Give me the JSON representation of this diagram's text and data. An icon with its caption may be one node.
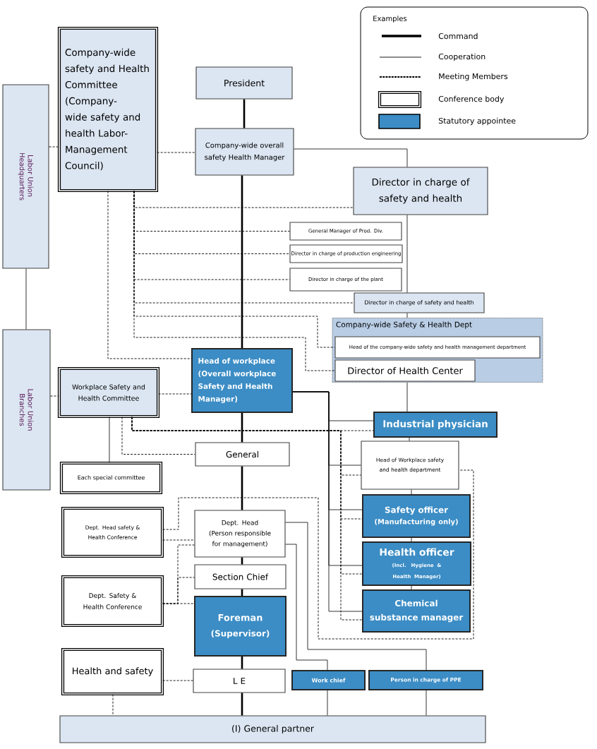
{
  "diagram": {
    "nodes": [
      {
        "text": [
          "Headquarters",
          "Labor Union"
        ]
      },
      {
        "text": [
          "Company-wide safety and Health Committee (Company-wide safety and health Labor-Management Council)"
        ]
      },
      {
        "text": [
          "President"
        ]
      },
      {
        "text": [
          "Company-wide overall safety Health Manager"
        ]
      },
      {
        "text": [
          "Director in charge of safety and health"
        ]
      },
      {
        "text": [
          "General Manager of Prod. Div."
        ]
      },
      {
        "text": [
          "Director in charge of production engineering"
        ]
      },
      {
        "text": [
          "Director in charge of the plant"
        ]
      },
      {
        "text": [
          "Director in charge of safety and health"
        ]
      },
      {
        "text": [
          "Company-wide Safety & Health Dept"
        ]
      },
      {
        "text": [
          "Head of the company-wide safety and health management department"
        ],
        "in": 9
      },
      {
        "text": [
          "Director of Health Center"
        ],
        "in": 9
      },
      {
        "text": [
          "Branches",
          "Labor Union"
        ]
      },
      {
        "text": [
          "Workplace Safety and Health Committee"
        ]
      },
      {
        "text": [
          "Head of workplace (Overall workplace Safety and Health Manager)"
        ]
      },
      {
        "text": [
          "Industrial physician"
        ]
      },
      {
        "text": [
          "General"
        ]
      },
      {
        "text": [
          "Head of Workplace safety and health department"
        ]
      },
      {
        "text": [
          "Each special committee"
        ]
      },
      {
        "text": [
          "Safety officer",
          "(Manufacturing only)"
        ]
      },
      {
        "text": [
          "Dept. Head safety & Health Conference"
        ]
      },
      {
        "text": [
          "Dept. Head",
          "(Person responsible for management)"
        ]
      },
      {
        "text": [
          "Health officer",
          "(Incl. Hygiene & Health Manager)"
        ]
      },
      {
        "text": [
          "Section Chief"
        ]
      },
      {
        "text": [
          "Dept. Safety & Health Conference"
        ]
      },
      {
        "text": [
          "Chemical substance manager"
        ]
      },
      {
        "text": [
          "Foreman",
          "(Supervisor)"
        ]
      },
      {
        "text": [
          "Health and safety"
        ]
      },
      {
        "text": [
          "L E"
        ]
      },
      {
        "text": [
          "Work chief"
        ]
      },
      {
        "text": [
          "Person in charge of PPE"
        ]
      },
      {
        "text": [
          "(I) General partner"
        ]
      }
    ],
    "edges": [
      {
        "from": 2,
        "to": 3,
        "arrow": "none",
        "style": "thick"
      },
      {
        "from": 3,
        "to": 14,
        "arrow": "none",
        "style": "thick"
      },
      {
        "from": 14,
        "to": 16,
        "arrow": "none",
        "style": "thick"
      },
      {
        "from": 16,
        "to": 21,
        "arrow": "none",
        "style": "thick"
      },
      {
        "from": 21,
        "to": 23,
        "arrow": "none",
        "style": "thick"
      },
      {
        "from": 23,
        "to": 26,
        "arrow": "none",
        "style": "thick"
      },
      {
        "from": 26,
        "to": 28,
        "arrow": "none",
        "style": "thick"
      },
      {
        "from": 28,
        "to": 31,
        "arrow": "none",
        "style": "thick"
      },
      {
        "from": 0,
        "to": 12,
        "arrow": "none"
      },
      {
        "from": 3,
        "to": 4,
        "arrow": "none"
      },
      {
        "from": 4,
        "to": 8,
        "arrow": "none"
      },
      {
        "from": 8,
        "to": 9,
        "arrow": "none"
      },
      {
        "from": 9,
        "to": 15,
        "arrow": "none"
      },
      {
        "from": 15,
        "to": 17,
        "arrow": "none"
      },
      {
        "from": 17,
        "to": 19,
        "arrow": "none"
      },
      {
        "from": 19,
        "to": 22,
        "arrow": "none"
      },
      {
        "from": 22,
        "to": 25,
        "arrow": "none"
      },
      {
        "from": 14,
        "to": 15,
        "arrow": "none"
      },
      {
        "from": 14,
        "to": 17,
        "arrow": "none"
      },
      {
        "from": 14,
        "to": 19,
        "arrow": "none"
      },
      {
        "from": 14,
        "to": 22,
        "arrow": "none"
      },
      {
        "from": 14,
        "to": 25,
        "arrow": "none"
      },
      {
        "from": 13,
        "to": 18,
        "arrow": "none"
      },
      {
        "from": 21,
        "to": 29,
        "arrow": "none"
      },
      {
        "from": 21,
        "to": 30,
        "arrow": "none"
      },
      {
        "from": 29,
        "to": 31,
        "arrow": "none"
      },
      {
        "from": 30,
        "to": 31,
        "arrow": "none"
      },
      {
        "from": 0,
        "to": 1,
        "arrow": "none",
        "style": "dashed"
      },
      {
        "from": 1,
        "to": 3,
        "arrow": "none",
        "style": "dashed"
      },
      {
        "from": 1,
        "to": 14,
        "arrow": "none",
        "style": "dashed"
      },
      {
        "from": 1,
        "to": 4,
        "arrow": "none",
        "style": "dashed"
      },
      {
        "from": 1,
        "to": 5,
        "arrow": "none",
        "style": "dashed"
      },
      {
        "from": 1,
        "to": 6,
        "arrow": "none",
        "style": "dashed"
      },
      {
        "from": 1,
        "to": 7,
        "arrow": "none",
        "style": "dashed"
      },
      {
        "from": 1,
        "to": 8,
        "arrow": "none",
        "style": "dashed"
      },
      {
        "from": 1,
        "to": 10,
        "arrow": "none",
        "style": "dashed"
      },
      {
        "from": 1,
        "to": 11,
        "arrow": "none",
        "style": "dashed"
      },
      {
        "from": 12,
        "to": 13,
        "arrow": "none",
        "style": "dashed"
      },
      {
        "from": 13,
        "to": 14,
        "arrow": "none",
        "style": "dashed"
      },
      {
        "from": 13,
        "to": 16,
        "arrow": "none",
        "style": "dashed"
      },
      {
        "from": 13,
        "to": 15,
        "arrow": "none",
        "style": "dashed"
      },
      {
        "from": 13,
        "to": 17,
        "arrow": "none",
        "style": "dashed"
      },
      {
        "from": 13,
        "to": 19,
        "arrow": "none",
        "style": "dashed"
      },
      {
        "from": 13,
        "to": 22,
        "arrow": "none",
        "style": "dashed"
      },
      {
        "from": 13,
        "to": 25,
        "arrow": "none",
        "style": "dashed"
      },
      {
        "from": 20,
        "to": 17,
        "arrow": "none",
        "style": "dashed"
      },
      {
        "from": 20,
        "to": 21,
        "arrow": "none",
        "style": "dashed"
      },
      {
        "from": 24,
        "to": 21,
        "arrow": "none",
        "style": "dashed"
      },
      {
        "from": 24,
        "to": 23,
        "arrow": "none",
        "style": "dashed"
      },
      {
        "from": 24,
        "to": 26,
        "arrow": "none",
        "style": "dashed"
      },
      {
        "from": 27,
        "to": 28,
        "arrow": "none",
        "style": "dashed"
      },
      {
        "from": 27,
        "to": 31,
        "arrow": "none",
        "style": "dashed"
      }
    ],
    "labels": [
      "Examples"
    ],
    "legend": [
      {
        "text": "Command"
      },
      {
        "text": "Cooperation"
      },
      {
        "text": "Meeting Members"
      },
      {
        "text": "Conference body"
      },
      {
        "text": "Statutory appointee",
        "color": "#3c8dc5"
      }
    ]
  }
}
